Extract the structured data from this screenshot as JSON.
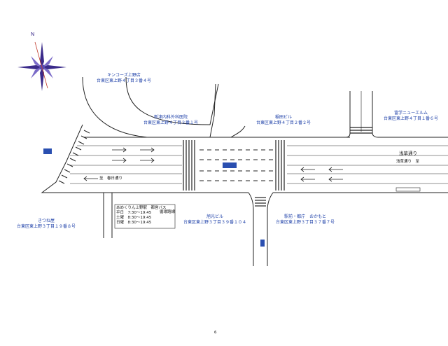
{
  "compass": {
    "letter": "N",
    "color": "#3a2a8a"
  },
  "colors": {
    "label": "#1c3fa8",
    "road": "#222222",
    "marker": "#2a4fb0"
  },
  "labels": {
    "kincos": {
      "line1": "キンコーズ上野店",
      "line2": "台東区東上野４丁目３番４号"
    },
    "shinkyo": {
      "line1": "新津内科外科医院",
      "line2": "台東区東上野４丁目３番１号"
    },
    "ikeda": {
      "line1": "稲田ビル",
      "line2": "台東区東上野４丁目２番２号"
    },
    "fujimi": {
      "line1": "富学ニューエルム",
      "line2": "台東区東上野４丁目１番６号"
    },
    "kinoya": {
      "line1": "きつね屋",
      "line2": "台東区東上野３丁目１９番８号"
    },
    "akane": {
      "line1": "旭光ビル",
      "line2": "台東区東上野３丁目３９番１０４"
    },
    "ekimae": {
      "line1": "駅前・都庁　おかもと",
      "line2": "台東区東上野３丁目３７番７号"
    },
    "asakusa": {
      "line1": "浅草通り"
    },
    "asakusa_sub": {
      "line1": "浅草通り　至"
    },
    "kasuga": {
      "line1": "至　春日通り"
    }
  },
  "bus_table": {
    "title": "あめくりん上野駅",
    "sub": "都営バス",
    "rows": [
      "平日　7:30〜19:45",
      "土曜　8:30〜19:45",
      "日曜　8:30〜19:45"
    ],
    "right": "循環路線"
  },
  "page_number": "6"
}
